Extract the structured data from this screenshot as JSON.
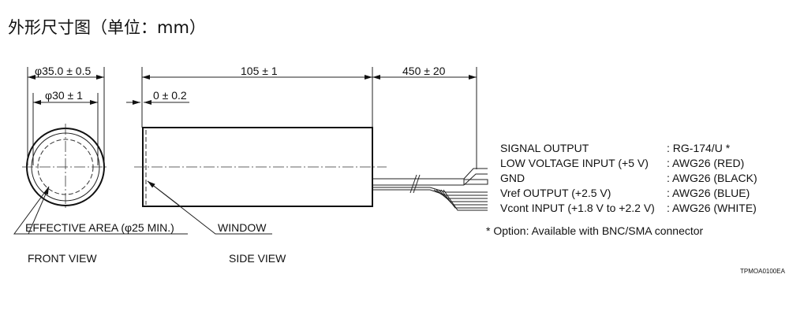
{
  "title": "外形尺寸图（单位：mm）",
  "dimensions": {
    "outer_diameter": "φ35.0 ± 0.5",
    "inner_diameter": "φ30 ± 1",
    "length": "105 ± 1",
    "window_offset": "0 ± 0.2",
    "cable_length": "450 ± 20"
  },
  "labels": {
    "effective_area": "EFFECTIVE AREA (φ25 MIN.)",
    "window": "WINDOW",
    "front_view": "FRONT VIEW",
    "side_view": "SIDE VIEW"
  },
  "wires": [
    {
      "name": "SIGNAL OUTPUT",
      "spec": ": RG-174/U *"
    },
    {
      "name": "LOW VOLTAGE INPUT (+5 V)",
      "spec": ": AWG26 (RED)"
    },
    {
      "name": "GND",
      "spec": ": AWG26 (BLACK)"
    },
    {
      "name": "Vref OUTPUT (+2.5 V)",
      "spec": ": AWG26 (BLUE)"
    },
    {
      "name": "Vcont INPUT (+1.8 V to +2.2 V)",
      "spec": ": AWG26 (WHITE)"
    }
  ],
  "note": "* Option: Available with BNC/SMA connector",
  "code": "TPMOA0100EA"
}
